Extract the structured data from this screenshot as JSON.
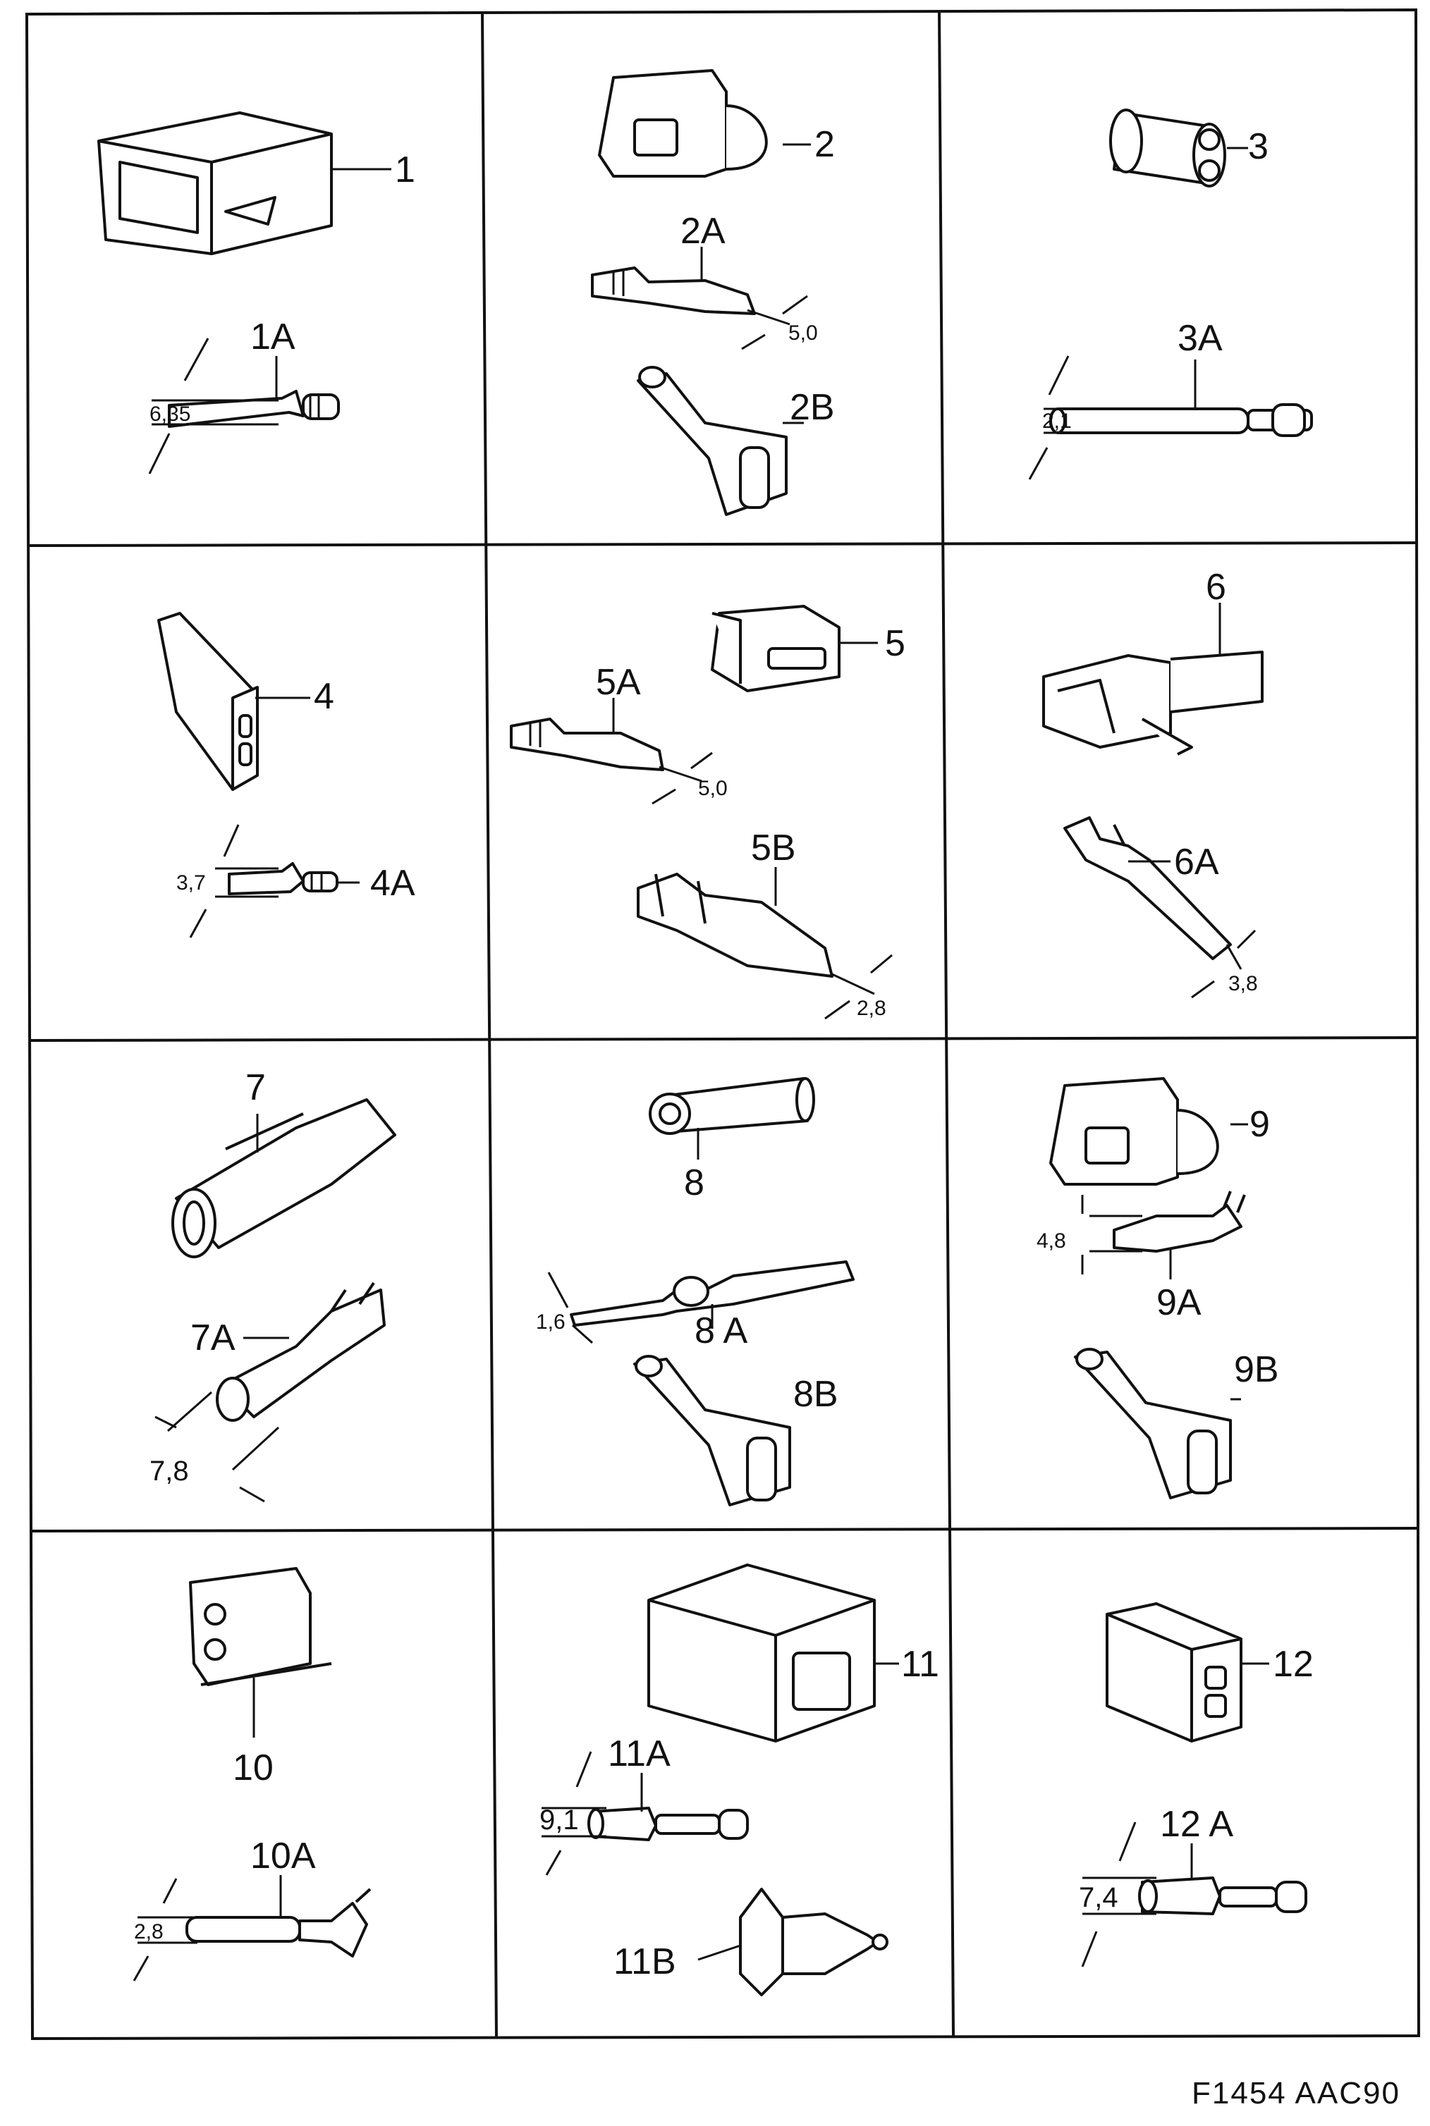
{
  "figure_code": "F1454  AAC90",
  "cells": [
    {
      "id": "1",
      "labels": [
        {
          "text": "1"
        },
        {
          "text": "1A"
        }
      ],
      "dims": [
        "6,35"
      ]
    },
    {
      "id": "2",
      "labels": [
        {
          "text": "2"
        },
        {
          "text": "2A"
        },
        {
          "text": "2B"
        }
      ],
      "dims": [
        "5,0"
      ]
    },
    {
      "id": "3",
      "labels": [
        {
          "text": "3"
        },
        {
          "text": "3A"
        }
      ],
      "dims": [
        "2,1"
      ]
    },
    {
      "id": "4",
      "labels": [
        {
          "text": "4"
        },
        {
          "text": "4A"
        }
      ],
      "dims": [
        "3,7"
      ]
    },
    {
      "id": "5",
      "labels": [
        {
          "text": "5"
        },
        {
          "text": "5A"
        },
        {
          "text": "5B"
        }
      ],
      "dims": [
        "5,0",
        "2,8"
      ]
    },
    {
      "id": "6",
      "labels": [
        {
          "text": "6"
        },
        {
          "text": "6A"
        }
      ],
      "dims": [
        "3,8"
      ]
    },
    {
      "id": "7",
      "labels": [
        {
          "text": "7"
        },
        {
          "text": "7A"
        }
      ],
      "dims": [
        "7,8"
      ]
    },
    {
      "id": "8",
      "labels": [
        {
          "text": "8"
        },
        {
          "text": "8 A"
        },
        {
          "text": "8B"
        }
      ],
      "dims": [
        "1,6"
      ]
    },
    {
      "id": "9",
      "labels": [
        {
          "text": "9"
        },
        {
          "text": "9A"
        },
        {
          "text": "9B"
        }
      ],
      "dims": [
        "4,8"
      ]
    },
    {
      "id": "10",
      "labels": [
        {
          "text": "10"
        },
        {
          "text": "10A"
        }
      ],
      "dims": [
        "2,8"
      ]
    },
    {
      "id": "11",
      "labels": [
        {
          "text": "11"
        },
        {
          "text": "11A"
        },
        {
          "text": "11B"
        }
      ],
      "dims": [
        "9,1"
      ]
    },
    {
      "id": "12",
      "labels": [
        {
          "text": "12"
        },
        {
          "text": "12 A"
        }
      ],
      "dims": [
        "7,4"
      ]
    }
  ]
}
